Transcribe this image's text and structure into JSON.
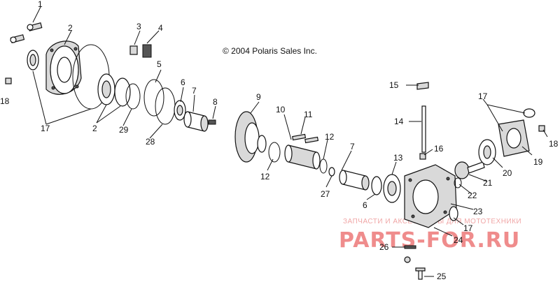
{
  "copyright": "© 2004 Polaris Sales Inc.",
  "watermark": {
    "small_text": "ЗАПЧАСТИ И АКСЕССУАРЫ ДЛЯ МОТОТЕХНИКИ",
    "logo_text": "PARTS-FOR.RU",
    "color": "#ef8c8c"
  },
  "callouts": {
    "c1": "1",
    "c2a": "2",
    "c2b": "2",
    "c3": "3",
    "c4": "4",
    "c5": "5",
    "c6a": "6",
    "c6b": "6",
    "c7a": "7",
    "c7b": "7",
    "c8": "8",
    "c9": "9",
    "c10": "10",
    "c11": "11",
    "c12a": "12",
    "c12b": "12",
    "c13": "13",
    "c14": "14",
    "c15": "15",
    "c16": "16",
    "c17a": "17",
    "c17b": "17",
    "c17c": "17",
    "c18a": "18",
    "c18b": "18",
    "c19": "19",
    "c20": "20",
    "c21": "21",
    "c22": "22",
    "c23": "23",
    "c24": "24",
    "c25": "25",
    "c26": "26",
    "c27": "27",
    "c28": "28",
    "c29": "29"
  }
}
